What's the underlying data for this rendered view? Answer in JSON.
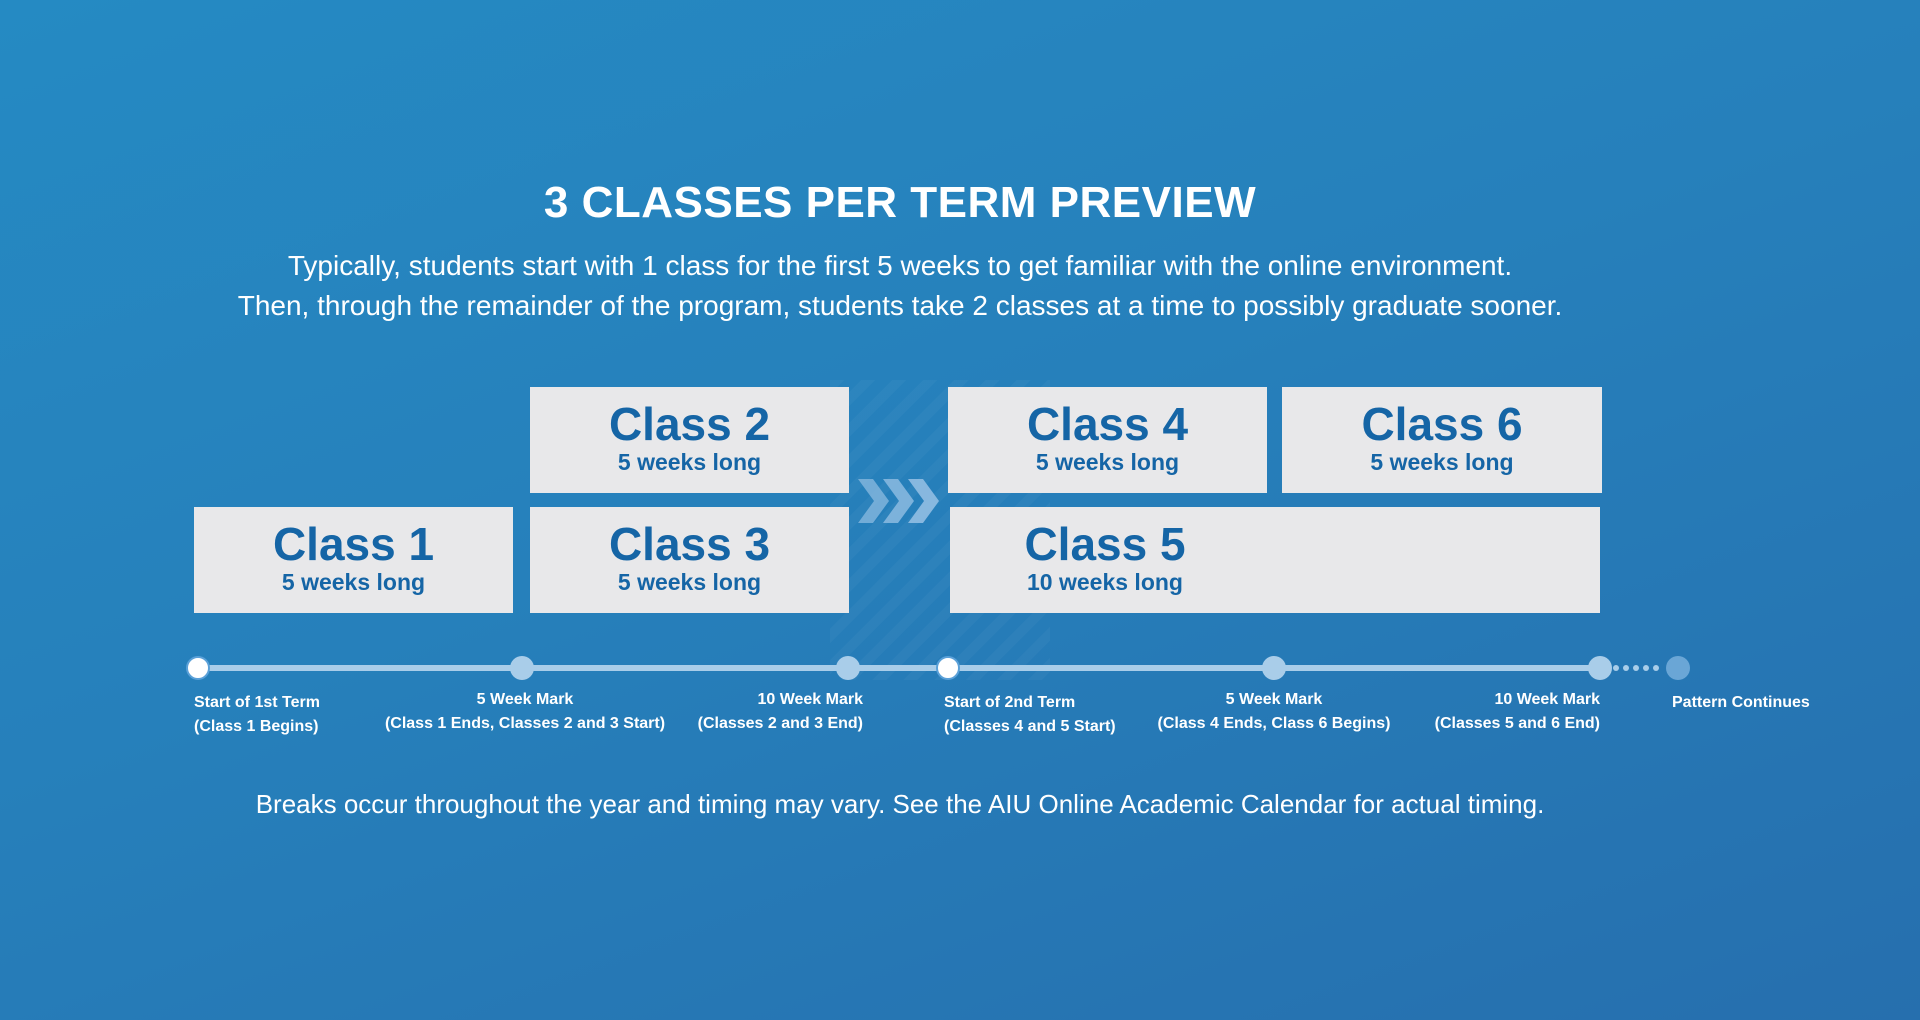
{
  "header": {
    "title": "3 CLASSES PER TERM PREVIEW",
    "subtitle_line1": "Typically, students start with 1 class for the first 5 weeks to get familiar with the online environment.",
    "subtitle_line2": "Then, through the remainder of the program, students take 2 classes at a time to possibly graduate sooner."
  },
  "classes": [
    {
      "name": "Class 1",
      "duration": "5 weeks long"
    },
    {
      "name": "Class 2",
      "duration": "5 weeks long"
    },
    {
      "name": "Class 3",
      "duration": "5 weeks long"
    },
    {
      "name": "Class 4",
      "duration": "5 weeks long"
    },
    {
      "name": "Class 5",
      "duration": "10 weeks long"
    },
    {
      "name": "Class 6",
      "duration": "5 weeks long"
    }
  ],
  "timeline": [
    {
      "line1": "Start of 1st Term",
      "line2": "(Class 1 Begins)"
    },
    {
      "line1": "5 Week Mark",
      "line2": "(Class 1 Ends, Classes 2 and 3 Start)"
    },
    {
      "line1": "10 Week Mark",
      "line2": "(Classes 2 and 3 End)"
    },
    {
      "line1": "Start of 2nd Term",
      "line2": "(Classes 4 and 5 Start)"
    },
    {
      "line1": "5 Week Mark",
      "line2": "(Class 4 Ends, Class 6 Begins)"
    },
    {
      "line1": "10 Week Mark",
      "line2": "(Classes 5 and 6 End)"
    },
    {
      "line1": "Pattern Continues",
      "line2": ""
    }
  ],
  "footer": {
    "note": "Breaks occur throughout the year and timing may vary. See the AIU Online Academic Calendar for actual timing."
  },
  "colors": {
    "background": "#2680bb",
    "box": "#e8e8ea",
    "box_text": "#1565a6",
    "track": "#a9cde9"
  }
}
